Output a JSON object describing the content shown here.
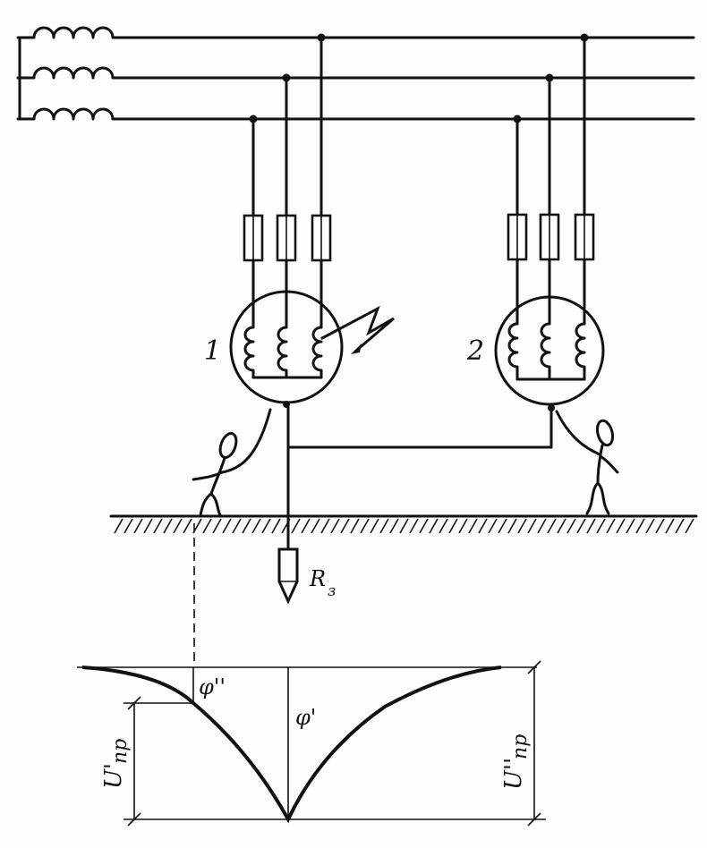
{
  "diagram": {
    "labels": {
      "motor_1": "1",
      "motor_2": "2",
      "ground_resistance": "R",
      "ground_resistance_sub": "з",
      "phi_double": "φ''",
      "phi_single": "φ'",
      "u_contact_1": "U'",
      "u_contact_1_sub": "пр",
      "u_contact_2": "U''",
      "u_contact_2_sub": "пр"
    },
    "colors": {
      "ink": "#111111",
      "paper": "#fdfdfb"
    }
  }
}
